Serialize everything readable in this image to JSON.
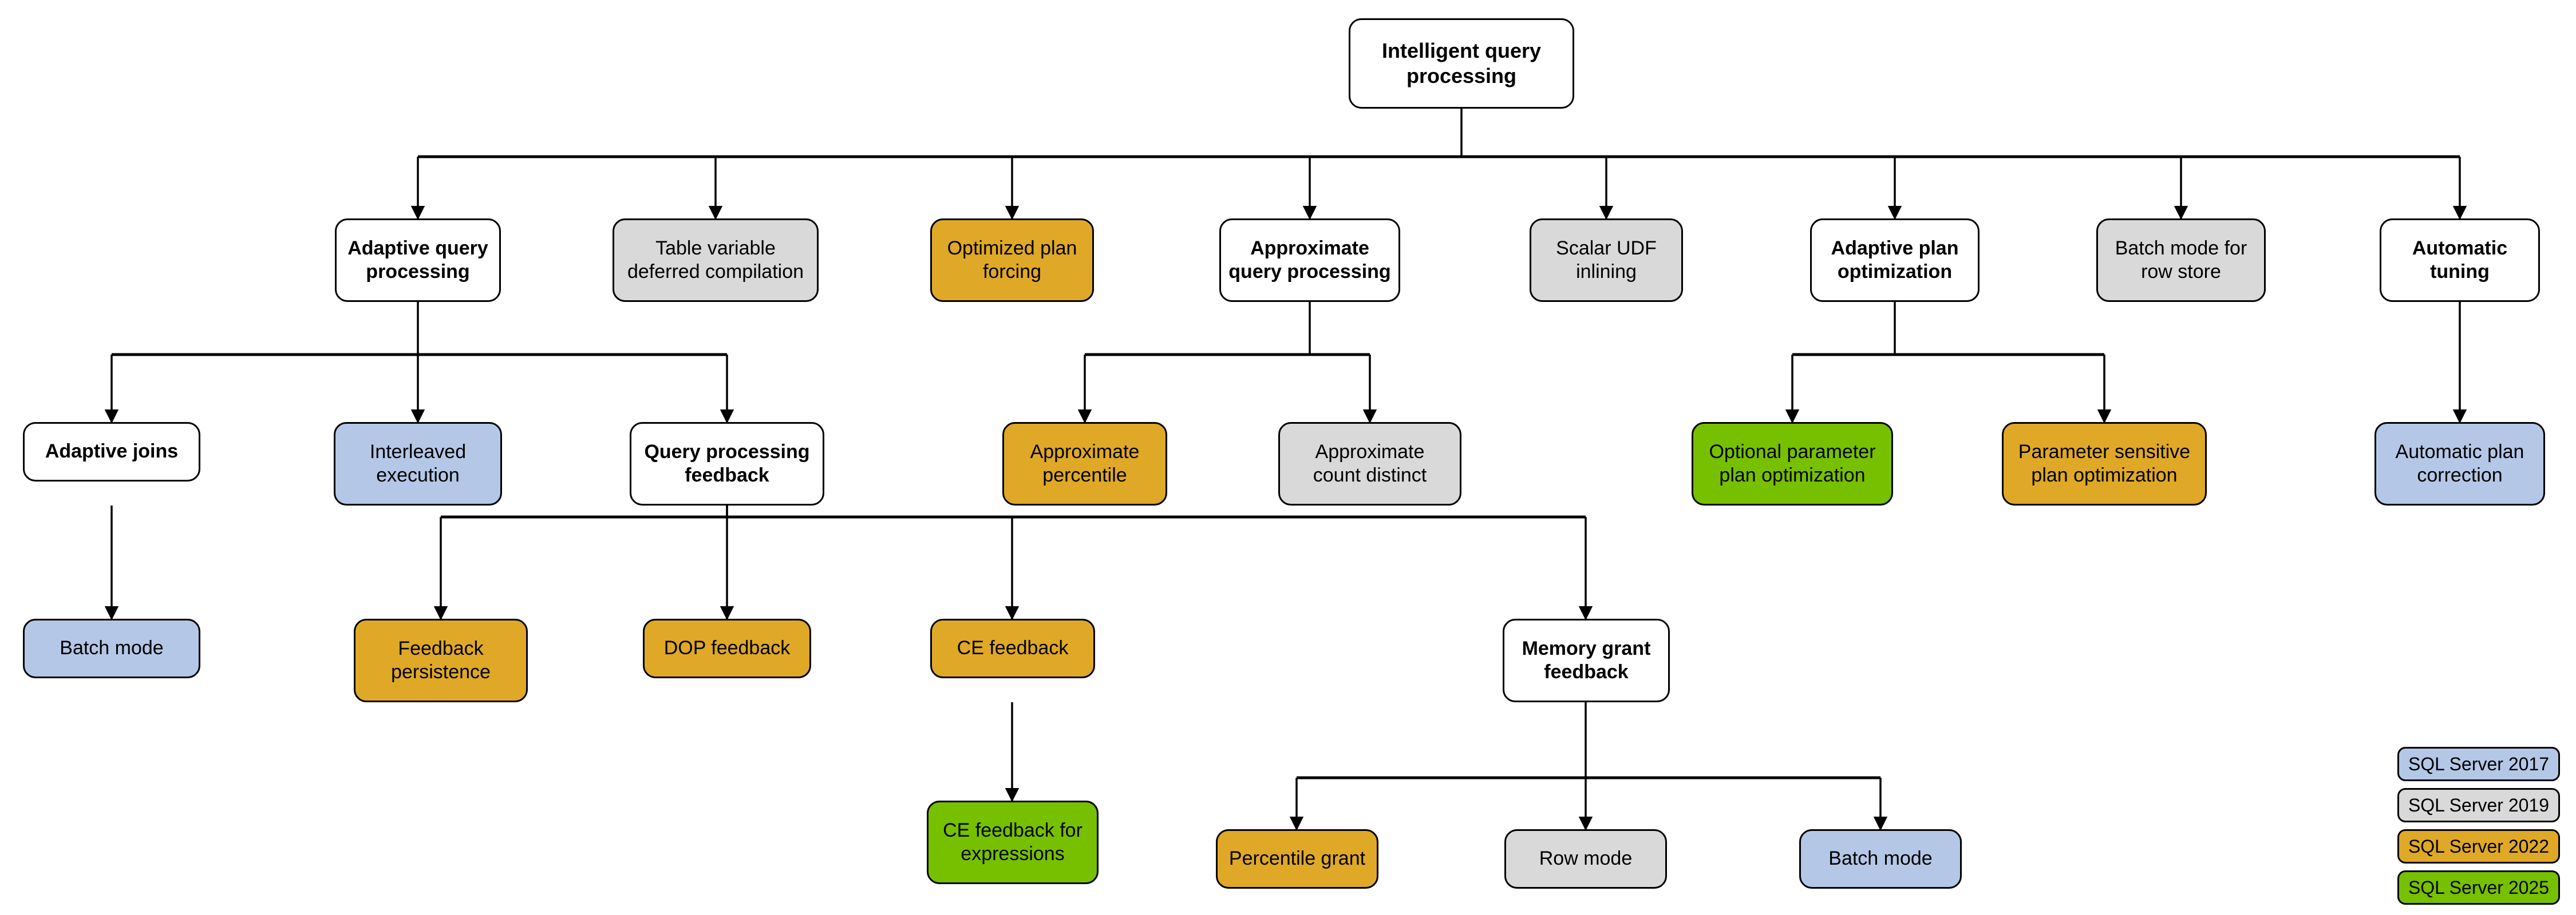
{
  "diagram": {
    "title": "Intelligent query processing",
    "type": "hierarchy-tree",
    "colors": {
      "sql_server_2017": "#b4c7e7",
      "sql_server_2019": "#d9d9d9",
      "sql_server_2022": "#dfa826",
      "sql_server_2025": "#76c000",
      "neutral": "#ffffff",
      "stroke": "#000000"
    }
  },
  "nodes": {
    "root": {
      "label": "Intelligent query\nprocessing",
      "fill": "neutral"
    },
    "adaptive_query_processing": {
      "label": "Adaptive query\nprocessing",
      "fill": "neutral"
    },
    "table_variable_deferred_compilation": {
      "label": "Table variable\ndeferred compilation",
      "fill": "sql_server_2019"
    },
    "optimized_plan_forcing": {
      "label": "Optimized plan\nforcing",
      "fill": "sql_server_2022"
    },
    "approximate_query_processing": {
      "label": "Approximate\nquery processing",
      "fill": "neutral"
    },
    "scalar_udf_inlining": {
      "label": "Scalar UDF\ninlining",
      "fill": "sql_server_2019"
    },
    "adaptive_plan_optimization": {
      "label": "Adaptive plan\noptimization",
      "fill": "neutral"
    },
    "batch_mode_for_row_store": {
      "label": "Batch mode for\nrow store",
      "fill": "sql_server_2019"
    },
    "automatic_tuning": {
      "label": "Automatic\ntuning",
      "fill": "neutral"
    },
    "adaptive_joins": {
      "label": "Adaptive joins",
      "fill": "neutral"
    },
    "interleaved_execution": {
      "label": "Interleaved\nexecution",
      "fill": "sql_server_2017"
    },
    "query_processing_feedback": {
      "label": "Query processing\nfeedback",
      "fill": "neutral"
    },
    "approximate_percentile": {
      "label": "Approximate\npercentile",
      "fill": "sql_server_2022"
    },
    "approximate_count_distinct": {
      "label": "Approximate\ncount distinct",
      "fill": "sql_server_2019"
    },
    "optional_parameter_plan_optimization": {
      "label": "Optional parameter\nplan optimization",
      "fill": "sql_server_2025"
    },
    "parameter_sensitive_plan_optimization": {
      "label": "Parameter sensitive\nplan optimization",
      "fill": "sql_server_2022"
    },
    "automatic_plan_correction": {
      "label": "Automatic plan\ncorrection",
      "fill": "sql_server_2017"
    },
    "batch_mode_adaptive_joins": {
      "label": "Batch mode",
      "fill": "sql_server_2017"
    },
    "feedback_persistence": {
      "label": "Feedback\npersistence",
      "fill": "sql_server_2022"
    },
    "dop_feedback": {
      "label": "DOP feedback",
      "fill": "sql_server_2022"
    },
    "ce_feedback": {
      "label": "CE feedback",
      "fill": "sql_server_2022"
    },
    "memory_grant_feedback": {
      "label": "Memory grant\nfeedback",
      "fill": "neutral"
    },
    "ce_feedback_for_expressions": {
      "label": "CE feedback for\nexpressions",
      "fill": "sql_server_2025"
    },
    "percentile_grant": {
      "label": "Percentile grant",
      "fill": "sql_server_2022"
    },
    "row_mode": {
      "label": "Row mode",
      "fill": "sql_server_2019"
    },
    "batch_mode_memory_grant": {
      "label": "Batch mode",
      "fill": "sql_server_2017"
    }
  },
  "legend": {
    "items": [
      {
        "label": "SQL Server 2017",
        "fill": "sql_server_2017"
      },
      {
        "label": "SQL Server 2019",
        "fill": "sql_server_2019"
      },
      {
        "label": "SQL Server 2022",
        "fill": "sql_server_2022"
      },
      {
        "label": "SQL Server 2025",
        "fill": "sql_server_2025"
      }
    ]
  },
  "edges": [
    {
      "from": "root",
      "to": "adaptive_query_processing"
    },
    {
      "from": "root",
      "to": "table_variable_deferred_compilation"
    },
    {
      "from": "root",
      "to": "optimized_plan_forcing"
    },
    {
      "from": "root",
      "to": "approximate_query_processing"
    },
    {
      "from": "root",
      "to": "scalar_udf_inlining"
    },
    {
      "from": "root",
      "to": "adaptive_plan_optimization"
    },
    {
      "from": "root",
      "to": "batch_mode_for_row_store"
    },
    {
      "from": "root",
      "to": "automatic_tuning"
    },
    {
      "from": "adaptive_query_processing",
      "to": "adaptive_joins"
    },
    {
      "from": "adaptive_query_processing",
      "to": "interleaved_execution"
    },
    {
      "from": "adaptive_query_processing",
      "to": "query_processing_feedback"
    },
    {
      "from": "approximate_query_processing",
      "to": "approximate_percentile"
    },
    {
      "from": "approximate_query_processing",
      "to": "approximate_count_distinct"
    },
    {
      "from": "adaptive_plan_optimization",
      "to": "optional_parameter_plan_optimization"
    },
    {
      "from": "adaptive_plan_optimization",
      "to": "parameter_sensitive_plan_optimization"
    },
    {
      "from": "automatic_tuning",
      "to": "automatic_plan_correction"
    },
    {
      "from": "adaptive_joins",
      "to": "batch_mode_adaptive_joins"
    },
    {
      "from": "query_processing_feedback",
      "to": "feedback_persistence"
    },
    {
      "from": "query_processing_feedback",
      "to": "dop_feedback"
    },
    {
      "from": "query_processing_feedback",
      "to": "ce_feedback"
    },
    {
      "from": "query_processing_feedback",
      "to": "memory_grant_feedback"
    },
    {
      "from": "ce_feedback",
      "to": "ce_feedback_for_expressions"
    },
    {
      "from": "memory_grant_feedback",
      "to": "percentile_grant"
    },
    {
      "from": "memory_grant_feedback",
      "to": "row_mode"
    },
    {
      "from": "memory_grant_feedback",
      "to": "batch_mode_memory_grant"
    }
  ]
}
